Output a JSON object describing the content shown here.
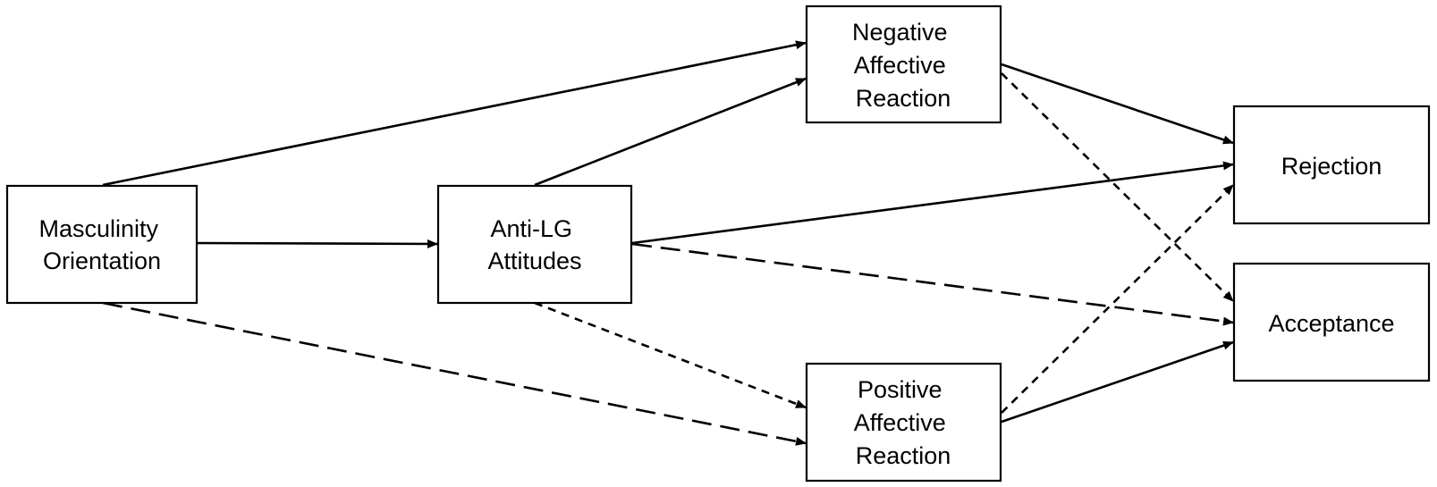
{
  "nodes": {
    "masculinity": {
      "lines": [
        "Masculinity",
        "Orientation"
      ]
    },
    "anti_lg": {
      "lines": [
        "Anti-LG",
        "Attitudes"
      ]
    },
    "negative": {
      "lines": [
        "Negative",
        "Affective",
        "Reaction"
      ]
    },
    "positive": {
      "lines": [
        "Positive",
        "Affective",
        "Reaction"
      ]
    },
    "rejection": {
      "lines": [
        "Rejection"
      ]
    },
    "acceptance": {
      "lines": [
        "Acceptance"
      ]
    }
  },
  "edges": [
    {
      "from": "masculinity",
      "to": "anti_lg",
      "style": "solid"
    },
    {
      "from": "masculinity",
      "to": "negative",
      "style": "solid"
    },
    {
      "from": "masculinity",
      "to": "positive",
      "style": "long-dash"
    },
    {
      "from": "anti_lg",
      "to": "negative",
      "style": "solid"
    },
    {
      "from": "anti_lg",
      "to": "rejection",
      "style": "solid"
    },
    {
      "from": "anti_lg",
      "to": "acceptance",
      "style": "long-dash"
    },
    {
      "from": "anti_lg",
      "to": "positive",
      "style": "short-dash"
    },
    {
      "from": "negative",
      "to": "rejection",
      "style": "solid"
    },
    {
      "from": "negative",
      "to": "acceptance",
      "style": "short-dash"
    },
    {
      "from": "positive",
      "to": "rejection",
      "style": "short-dash"
    },
    {
      "from": "positive",
      "to": "acceptance",
      "style": "solid"
    }
  ]
}
